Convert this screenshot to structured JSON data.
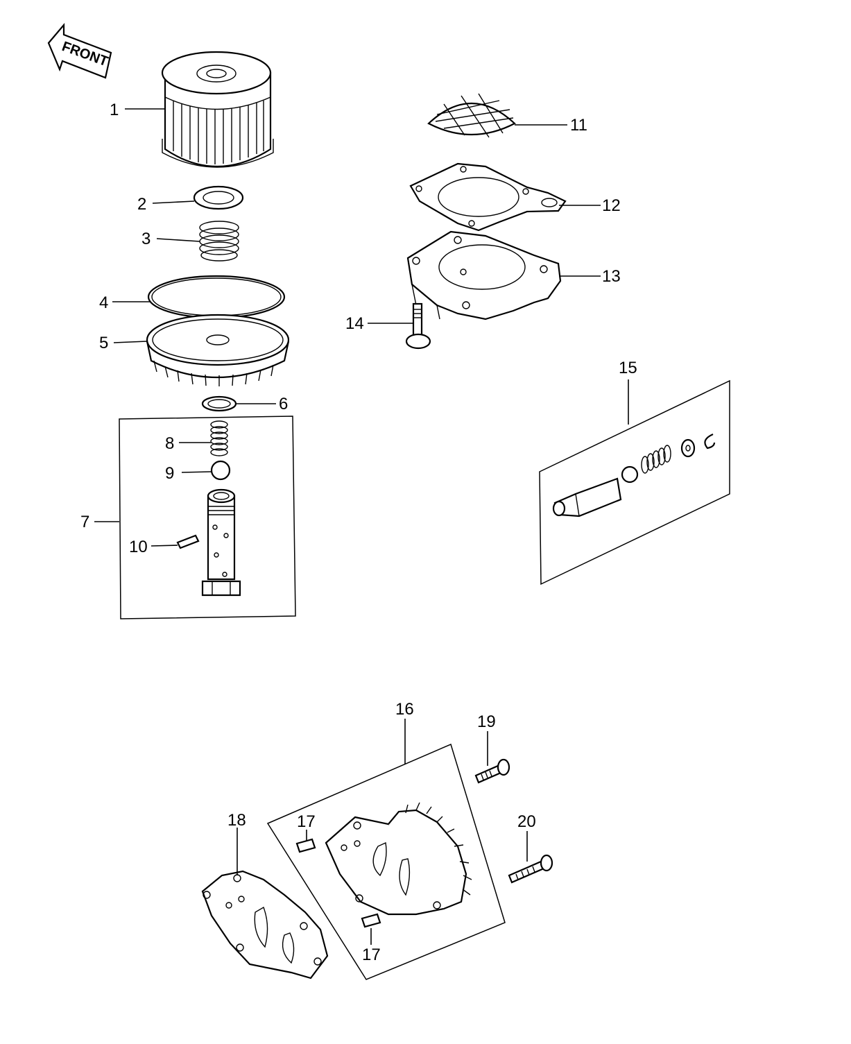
{
  "front_arrow": {
    "label": "FRONT"
  },
  "callouts": [
    {
      "id": "1",
      "text": "1"
    },
    {
      "id": "2",
      "text": "2"
    },
    {
      "id": "3",
      "text": "3"
    },
    {
      "id": "4",
      "text": "4"
    },
    {
      "id": "5",
      "text": "5"
    },
    {
      "id": "6",
      "text": "6"
    },
    {
      "id": "7",
      "text": "7"
    },
    {
      "id": "8",
      "text": "8"
    },
    {
      "id": "9",
      "text": "9"
    },
    {
      "id": "10",
      "text": "10"
    },
    {
      "id": "11",
      "text": "11"
    },
    {
      "id": "12",
      "text": "12"
    },
    {
      "id": "13",
      "text": "13"
    },
    {
      "id": "14",
      "text": "14"
    },
    {
      "id": "15",
      "text": "15"
    },
    {
      "id": "16",
      "text": "16"
    },
    {
      "id": "17a",
      "text": "17"
    },
    {
      "id": "17b",
      "text": "17"
    },
    {
      "id": "18",
      "text": "18"
    },
    {
      "id": "19",
      "text": "19"
    },
    {
      "id": "20",
      "text": "20"
    }
  ]
}
